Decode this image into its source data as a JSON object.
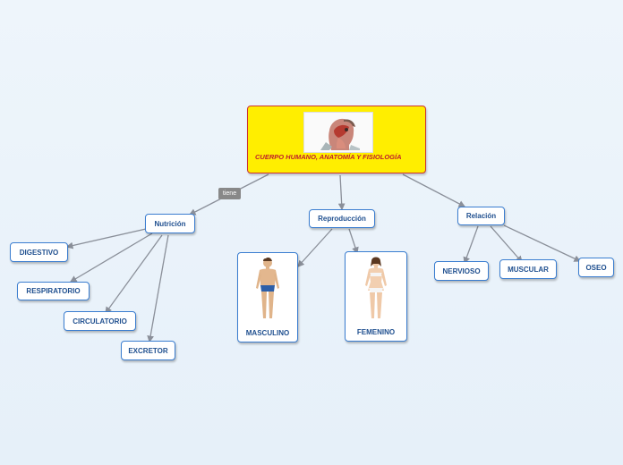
{
  "root": {
    "title": "CUERPO HUMANO, ANATOMÍA Y FISIOLOGÍA",
    "image": "anatomy-head-image"
  },
  "edge_label": "tiene",
  "branches": {
    "nutricion": "Nutrición",
    "reproduccion": "Reproducción",
    "relacion": "Relación"
  },
  "nutricion_children": [
    "DIGESTIVO",
    "RESPIRATORIO",
    "CIRCULATORIO",
    "EXCRETOR"
  ],
  "reproduccion_children": [
    "MASCULINO",
    "FEMENINO"
  ],
  "relacion_children": [
    "NERVIOSO",
    "MUSCULAR",
    "OSEO"
  ],
  "colors": {
    "root_fill": "#ffee00",
    "root_border": "#cc3333",
    "root_text": "#c0202a",
    "node_border": "#3a7dd0",
    "node_text": "#1f4f8f",
    "edge": "#8a8f99"
  }
}
